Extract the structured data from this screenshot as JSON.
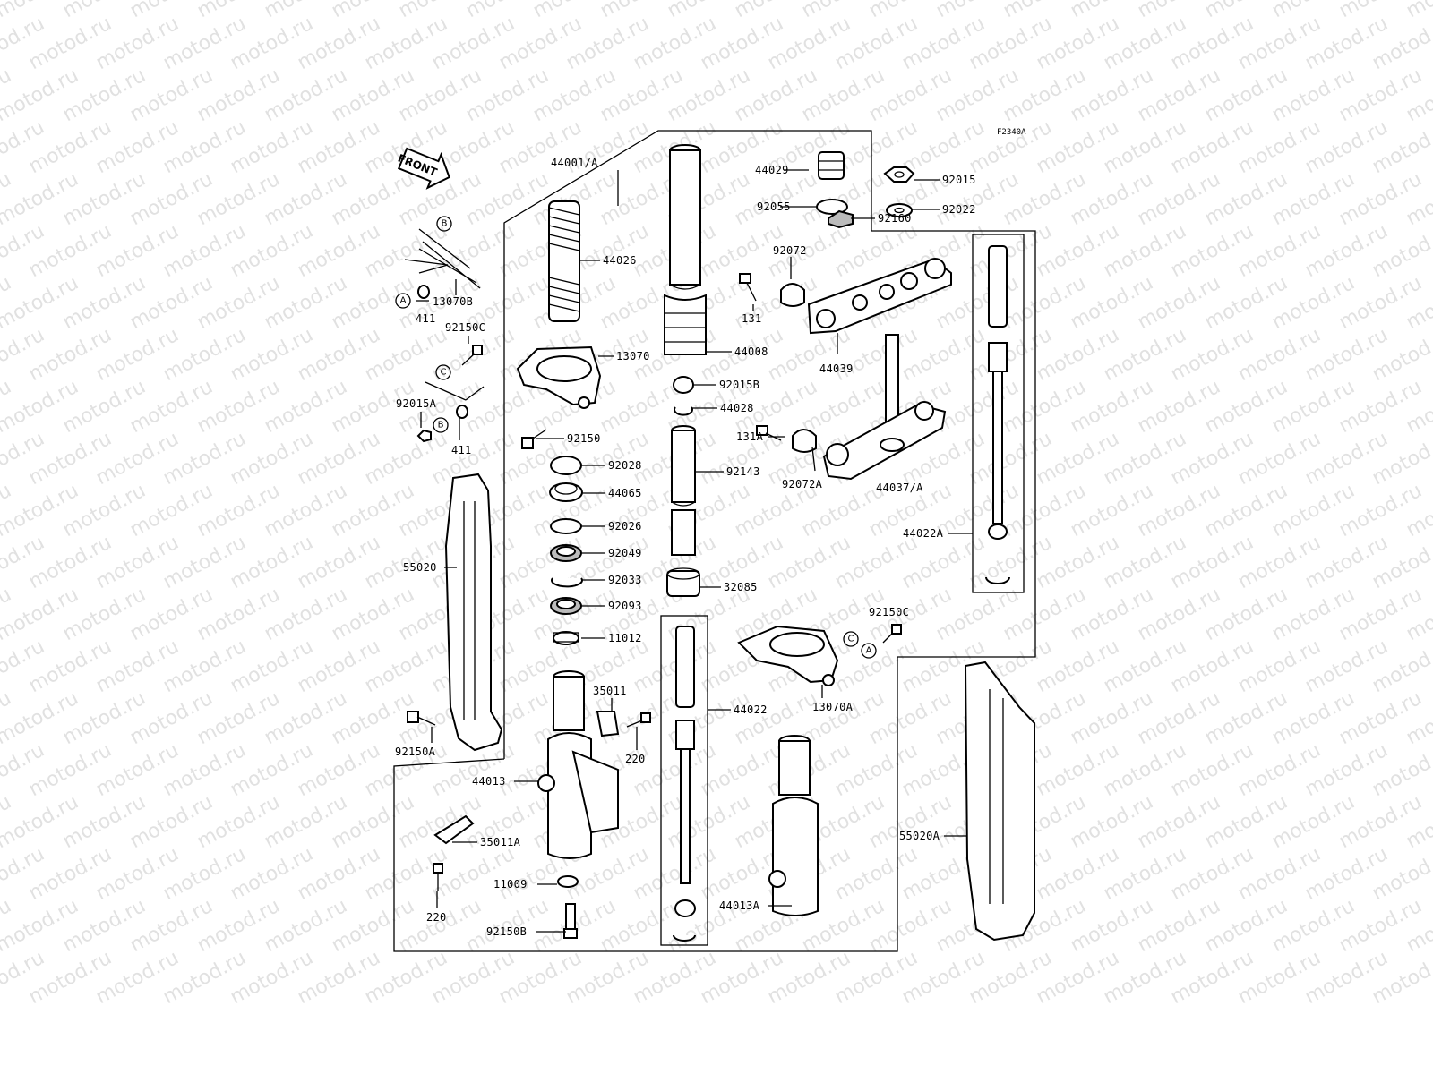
{
  "figure_code": "F2340A",
  "front_label": "FRONT",
  "watermark": "motod.ru",
  "callout_letters": [
    "A",
    "B",
    "C"
  ],
  "parts": [
    {
      "id": "p44001",
      "text": "44001/A"
    },
    {
      "id": "p44029",
      "text": "44029"
    },
    {
      "id": "p92015",
      "text": "92015"
    },
    {
      "id": "p92055",
      "text": "92055"
    },
    {
      "id": "p92022",
      "text": "92022"
    },
    {
      "id": "p92160",
      "text": "92160"
    },
    {
      "id": "p92072",
      "text": "92072"
    },
    {
      "id": "p44026",
      "text": "44026"
    },
    {
      "id": "p13070B",
      "text": "13070B"
    },
    {
      "id": "p411a",
      "text": "411"
    },
    {
      "id": "p92150C",
      "text": "92150C"
    },
    {
      "id": "p13070",
      "text": "13070"
    },
    {
      "id": "p131",
      "text": "131"
    },
    {
      "id": "p44008",
      "text": "44008"
    },
    {
      "id": "p44039",
      "text": "44039"
    },
    {
      "id": "p92015B",
      "text": "92015B"
    },
    {
      "id": "p44028",
      "text": "44028"
    },
    {
      "id": "p92015A",
      "text": "92015A"
    },
    {
      "id": "p411b",
      "text": "411"
    },
    {
      "id": "p92150",
      "text": "92150"
    },
    {
      "id": "p131A",
      "text": "131A"
    },
    {
      "id": "p92143",
      "text": "92143"
    },
    {
      "id": "p92028",
      "text": "92028"
    },
    {
      "id": "p92072A",
      "text": "92072A"
    },
    {
      "id": "p44037",
      "text": "44037/A"
    },
    {
      "id": "p44065",
      "text": "44065"
    },
    {
      "id": "p92026",
      "text": "92026"
    },
    {
      "id": "p44022A",
      "text": "44022A"
    },
    {
      "id": "p55020",
      "text": "55020"
    },
    {
      "id": "p92049",
      "text": "92049"
    },
    {
      "id": "p92033",
      "text": "92033"
    },
    {
      "id": "p32085",
      "text": "32085"
    },
    {
      "id": "p92093",
      "text": "92093"
    },
    {
      "id": "p92150C2",
      "text": "92150C"
    },
    {
      "id": "p11012",
      "text": "11012"
    },
    {
      "id": "p35011",
      "text": "35011"
    },
    {
      "id": "p13070A",
      "text": "13070A"
    },
    {
      "id": "p44022",
      "text": "44022"
    },
    {
      "id": "p220a",
      "text": "220"
    },
    {
      "id": "p92150A",
      "text": "92150A"
    },
    {
      "id": "p44013",
      "text": "44013"
    },
    {
      "id": "p35011A",
      "text": "35011A"
    },
    {
      "id": "p55020A",
      "text": "55020A"
    },
    {
      "id": "p11009",
      "text": "11009"
    },
    {
      "id": "p44013A",
      "text": "44013A"
    },
    {
      "id": "p220b",
      "text": "220"
    },
    {
      "id": "p92150B",
      "text": "92150B"
    }
  ]
}
